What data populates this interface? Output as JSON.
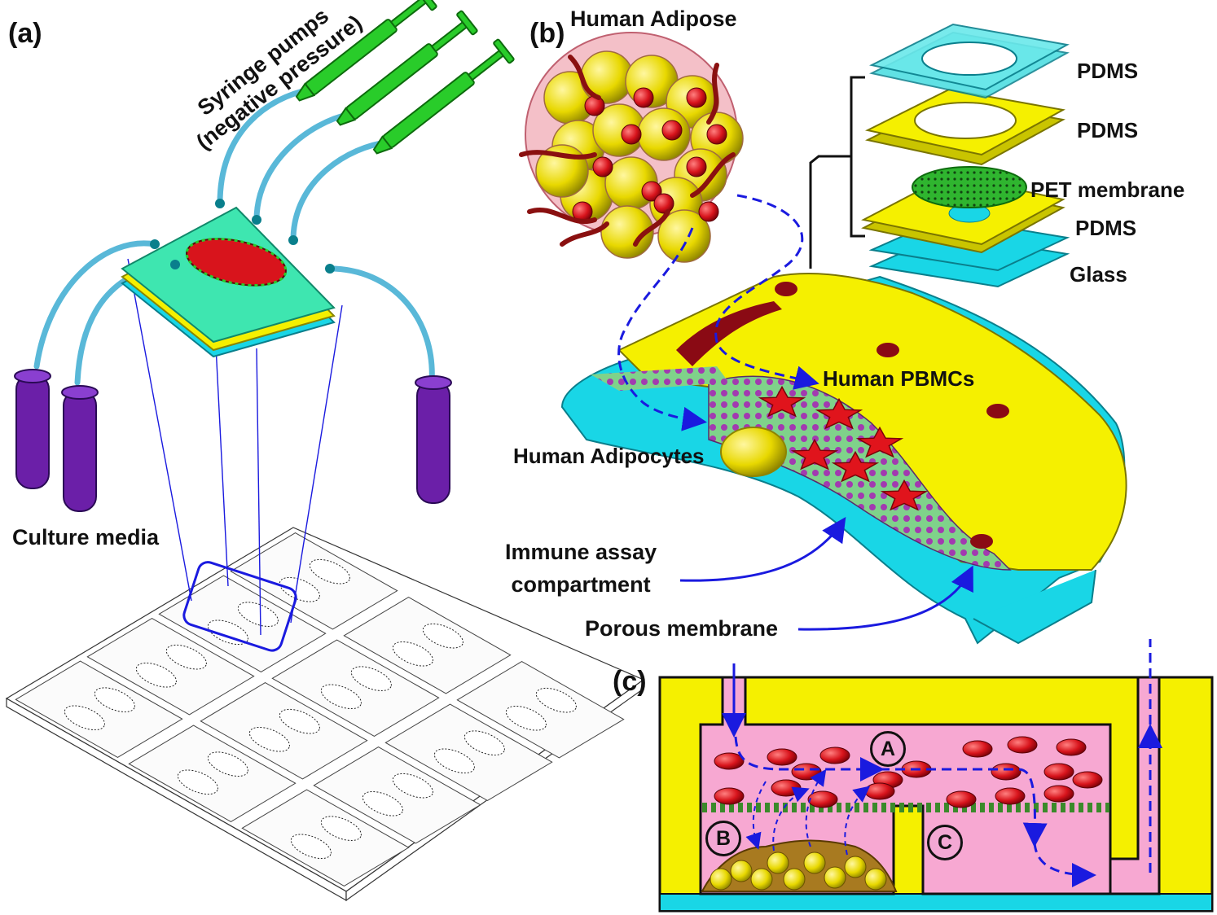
{
  "panels": {
    "a": "(a)",
    "b": "(b)",
    "c": "(c)"
  },
  "panel_a": {
    "syringe_label_line1": "Syringe pumps",
    "syringe_label_line2": "(negative pressure)",
    "culture_media_label": "Culture media"
  },
  "panel_b": {
    "human_adipose_label": "Human Adipose",
    "layers": [
      "PDMS",
      "PDMS",
      "PET membrane",
      "PDMS",
      "Glass"
    ],
    "human_pbmcs_label": "Human PBMCs",
    "human_adipocytes_label": "Human Adipocytes",
    "immune_assay_line1": "Immune assay",
    "immune_assay_line2": "compartment",
    "porous_membrane_label": "Porous membrane"
  },
  "panel_c": {
    "compartments": [
      "A",
      "B",
      "C"
    ]
  },
  "colors": {
    "pdms_yellow": "#f5f000",
    "glass_cyan": "#19d6e6",
    "top_pdms_teal": "#3ee6b0",
    "syringe_green": "#29cc2a",
    "tube_purple": "#6b1fa8",
    "flow_blue": "#1a1adf",
    "medium_pink": "#f7a8d2",
    "cell_red": "#d8141c",
    "membrane_green": "#3a8a2a"
  }
}
